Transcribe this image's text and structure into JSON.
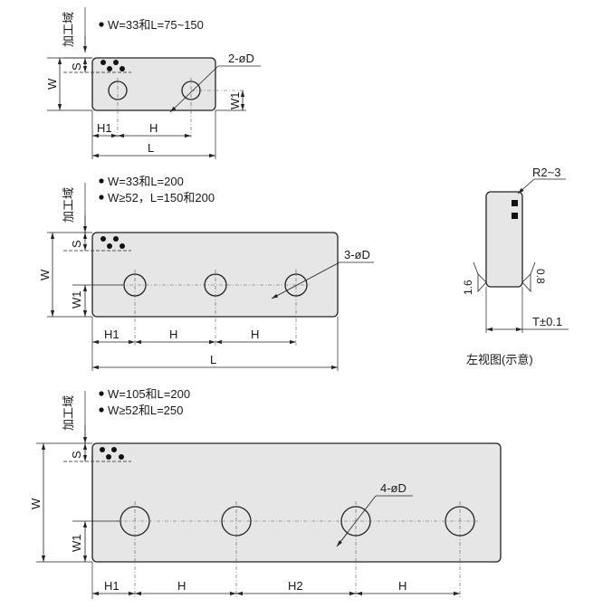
{
  "machining_area_label": "加工域",
  "views": [
    {
      "conditions": [
        "W=33和L=75~150"
      ],
      "hole_callout": "2-øD",
      "dims": {
        "W": "W",
        "S": "S",
        "W1": "W1",
        "H1": "H1",
        "H": "H",
        "L": "L"
      }
    },
    {
      "conditions": [
        "W=33和L=200",
        "W≥52，L=150和200"
      ],
      "hole_callout": "3-øD",
      "dims": {
        "W": "W",
        "S": "S",
        "W1": "W1",
        "H1": "H1",
        "H_a": "H",
        "H_b": "H",
        "L": "L"
      }
    },
    {
      "conditions": [
        "W=105和L=200",
        "W≥52和L=250"
      ],
      "hole_callout": "4-øD",
      "dims": {
        "W": "W",
        "S": "S",
        "W1": "W1",
        "H1": "H1",
        "H_a": "H",
        "H2": "H2",
        "H_b": "H"
      }
    }
  ],
  "side_view": {
    "radius": "R2~3",
    "roughness_left": "1.6",
    "roughness_right": "0.8",
    "thickness": "T±0.1",
    "caption": "左视图(示意)"
  }
}
